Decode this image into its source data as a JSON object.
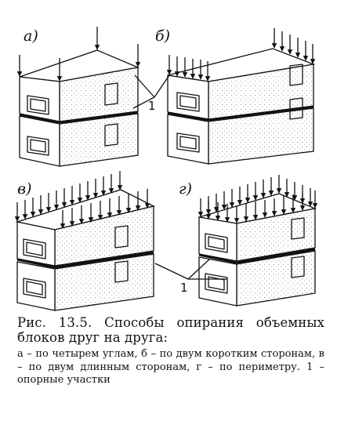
{
  "figure": {
    "panels": [
      {
        "id": "a",
        "label": "а)"
      },
      {
        "id": "b",
        "label": "б)"
      },
      {
        "id": "v",
        "label": "в)"
      },
      {
        "id": "g",
        "label": "г)"
      }
    ],
    "callouts": [
      {
        "label": "1"
      },
      {
        "label": "1"
      }
    ]
  },
  "caption": {
    "title": "Рис. 13.5. Способы опирания объемных блоков друг на друга:",
    "legend": "а – по четырем углам, б – по двум коротким сторонам, в – по двум длинным сторонам, г – по периметру. 1 – опорные участки"
  }
}
